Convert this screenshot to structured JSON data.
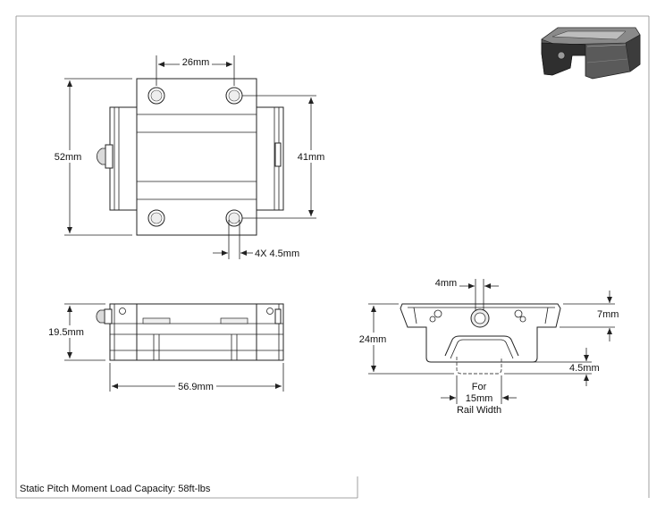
{
  "dimensions": {
    "width_26": "26mm",
    "height_52": "52mm",
    "height_41": "41mm",
    "holes": "4X 4.5mm",
    "height_19_5": "19.5mm",
    "length_56_9": "56.9mm",
    "slot_4": "4mm",
    "depth_7": "7mm",
    "height_24": "24mm",
    "depth_4_5": "4.5mm",
    "rail_line1": "For",
    "rail_line2": "15mm",
    "rail_line3": "Rail Width"
  },
  "note": "Static Pitch Moment Load Capacity: 58ft-lbs"
}
